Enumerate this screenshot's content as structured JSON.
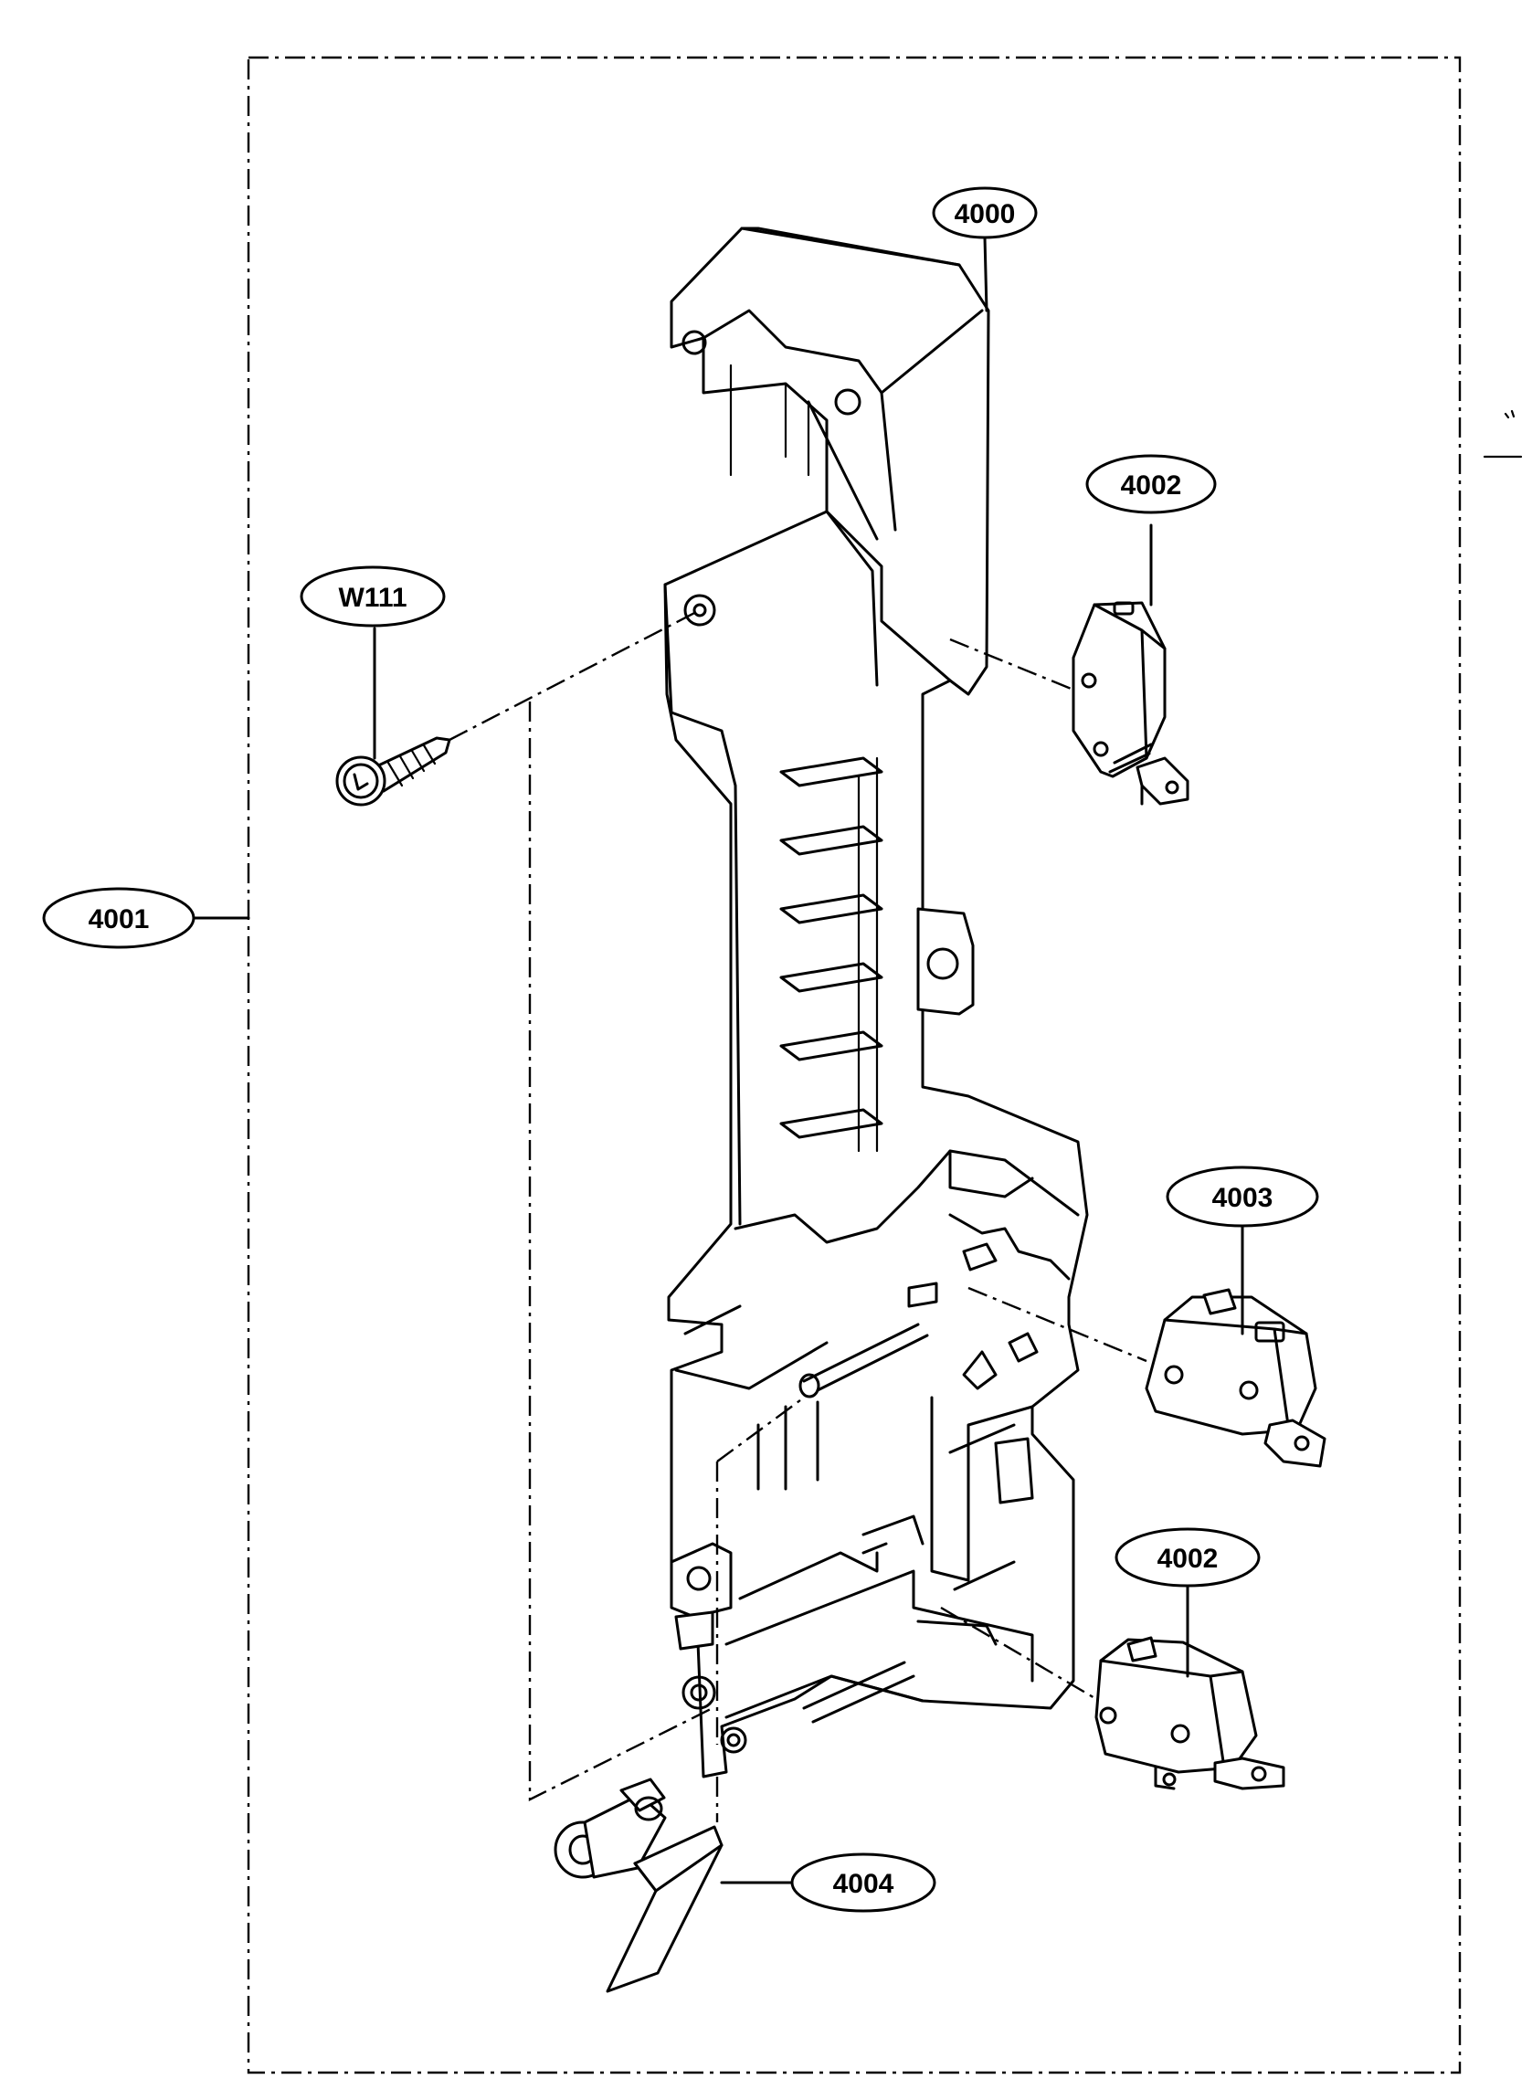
{
  "callouts": {
    "assembly": "4001",
    "frame": "4000",
    "switch_top": "4002",
    "switch_middle": "4003",
    "switch_bottom": "4002",
    "screw": "W111",
    "lever": "4004"
  }
}
